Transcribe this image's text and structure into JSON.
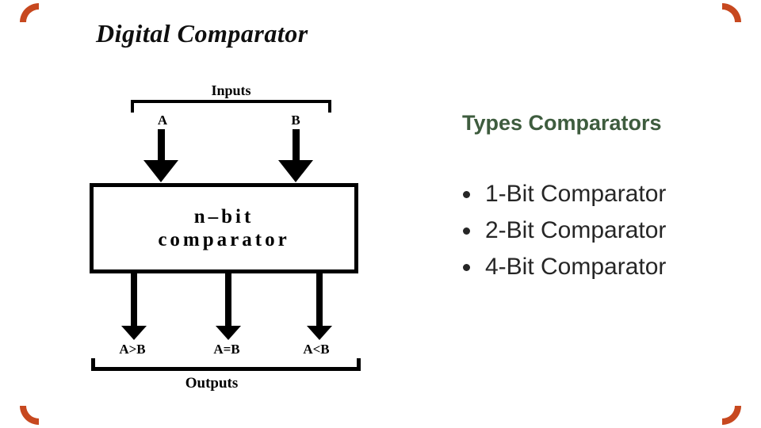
{
  "slide": {
    "title": "Digital Comparator"
  },
  "diagram": {
    "inputs_label": "Inputs",
    "input_a_label": "A",
    "input_b_label": "B",
    "box_line1": "n–bit",
    "box_line2": "comparator",
    "output_labels": [
      "A>B",
      "A=B",
      "A<B"
    ],
    "outputs_label": "Outputs"
  },
  "types_panel": {
    "heading": "Types Comparators",
    "items": [
      "1-Bit Comparator",
      "2-Bit Comparator",
      "4-Bit Comparator"
    ]
  },
  "colors": {
    "corner_accent": "#c7481f",
    "heading_green": "#3e5c3e",
    "diagram_ink": "#000000",
    "list_text": "#262626",
    "background": "#ffffff"
  }
}
